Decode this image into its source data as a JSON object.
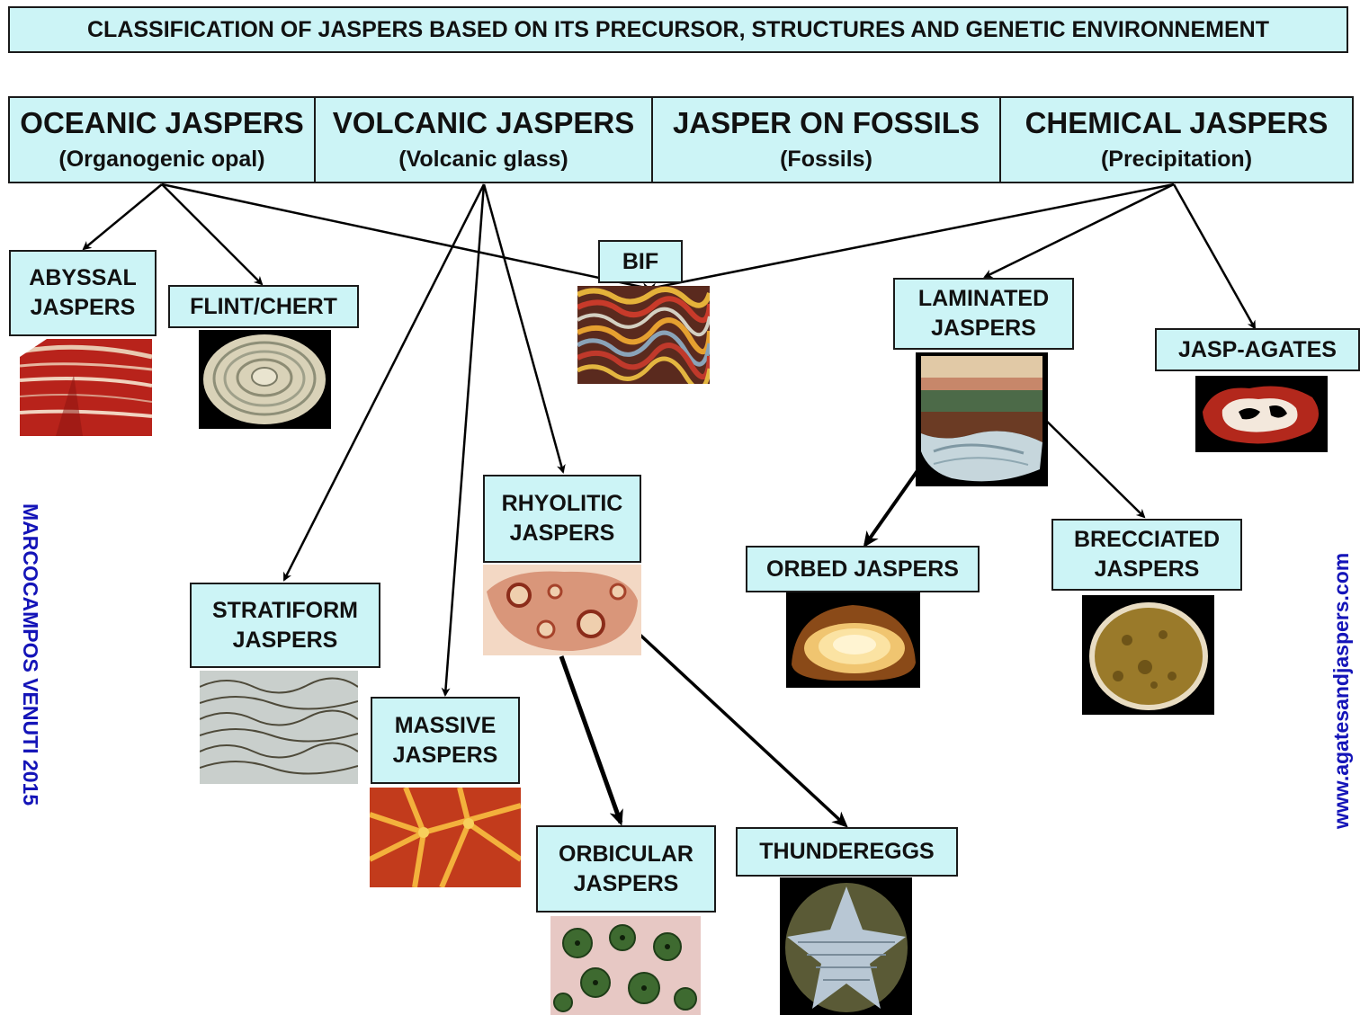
{
  "title": "CLASSIFICATION OF JASPERS BASED ON ITS PRECURSOR, STRUCTURES AND GENETIC ENVIRONNEMENT",
  "categories": [
    {
      "name": "OCEANIC JASPERS",
      "sub": "(Organogenic  opal)"
    },
    {
      "name": "VOLCANIC JASPERS",
      "sub": "(Volcanic glass)"
    },
    {
      "name": "JASPER ON FOSSILS",
      "sub": "(Fossils)"
    },
    {
      "name": "CHEMICAL JASPERS",
      "sub": "(Precipitation)"
    }
  ],
  "nodes": {
    "abyssal": {
      "line1": "ABYSSAL",
      "line2": "JASPERS"
    },
    "flint": {
      "line1": "FLINT/CHERT"
    },
    "bif": {
      "line1": "BIF"
    },
    "laminated": {
      "line1": "LAMINATED",
      "line2": "JASPERS"
    },
    "jasp_agates": {
      "line1": "JASP-AGATES"
    },
    "rhyolitic": {
      "line1": "RHYOLITIC",
      "line2": "JASPERS"
    },
    "stratiform": {
      "line1": "STRATIFORM",
      "line2": "JASPERS"
    },
    "massive": {
      "line1": "MASSIVE",
      "line2": "JASPERS"
    },
    "orbicular": {
      "line1": "ORBICULAR",
      "line2": "JASPERS"
    },
    "thundereggs": {
      "line1": "THUNDEREGGS"
    },
    "orbed": {
      "line1": "ORBED JASPERS"
    },
    "brecciated": {
      "line1": "BRECCIATED",
      "line2": "JASPERS"
    }
  },
  "side_left": "MARCOCAMPOS VENUTI 2015",
  "side_right": "www.agatesandjaspers.com",
  "colors": {
    "box_fill": "#ccf4f6",
    "border": "#1a1a1a",
    "side_text": "#1414b8"
  }
}
